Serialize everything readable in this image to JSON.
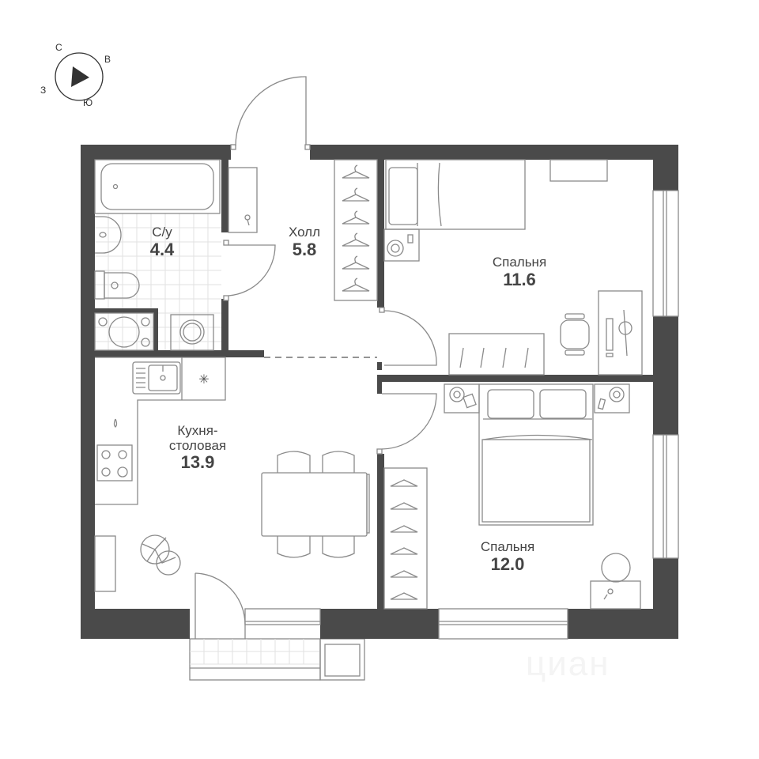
{
  "compass": {
    "north": "С",
    "east": "В",
    "south": "Ю",
    "west": "З"
  },
  "rooms": [
    {
      "id": "bathroom",
      "name": "С/у",
      "area": "4.4"
    },
    {
      "id": "hall",
      "name": "Холл",
      "area": "5.8"
    },
    {
      "id": "bedroom1",
      "name": "Спальня",
      "area": "11.6"
    },
    {
      "id": "kitchen",
      "name_line1": "Кухня-",
      "name_line2": "столовая",
      "area": "13.9"
    },
    {
      "id": "bedroom2",
      "name": "Спальня",
      "area": "12.0"
    }
  ],
  "colors": {
    "wall": "#4a4a4a",
    "furniture_line": "#8a8a8a",
    "background": "#ffffff",
    "text": "#444444"
  },
  "watermark": "циан"
}
